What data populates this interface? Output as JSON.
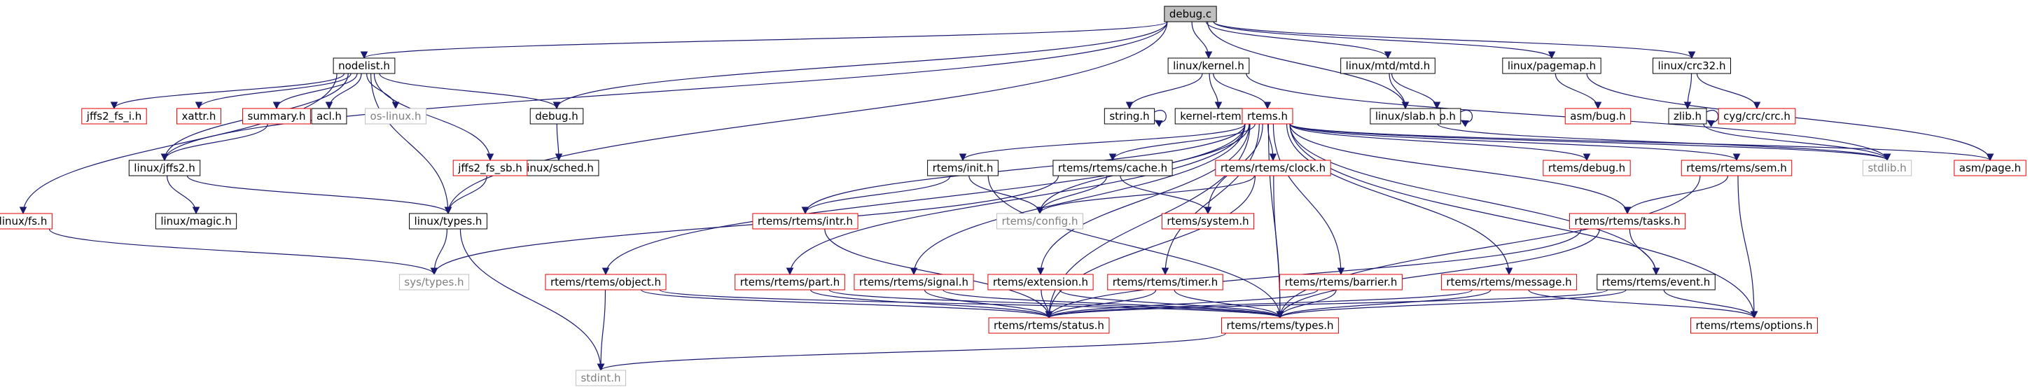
{
  "title": "",
  "colors": {
    "edge": "#191970",
    "root_fill": "#bfbfbf",
    "normal_border": "#000000",
    "missing_border": "#e00000",
    "system_border": "#bfbfbf",
    "system_text": "#7f7f7f"
  },
  "nodes": [
    {
      "id": "debug_c",
      "label": "debug.c",
      "kind": "root"
    },
    {
      "id": "nodelist_h",
      "label": "nodelist.h",
      "kind": "normal"
    },
    {
      "id": "linux_kernel_h",
      "label": "linux/kernel.h",
      "kind": "normal"
    },
    {
      "id": "linux_mtd_mtd_h",
      "label": "linux/mtd/mtd.h",
      "kind": "normal"
    },
    {
      "id": "linux_pagemap_h",
      "label": "linux/pagemap.h",
      "kind": "normal"
    },
    {
      "id": "linux_crc32_h",
      "label": "linux/crc32.h",
      "kind": "normal"
    },
    {
      "id": "string_h",
      "label": "string.h",
      "kind": "normal"
    },
    {
      "id": "kernel_rtems_h",
      "label": "kernel-rtems.h",
      "kind": "normal"
    },
    {
      "id": "errno_h",
      "label": "errno.h",
      "kind": "normal"
    },
    {
      "id": "asm_bug_h",
      "label": "asm/bug.h",
      "kind": "missing"
    },
    {
      "id": "zlib_h",
      "label": "zlib.h",
      "kind": "normal"
    },
    {
      "id": "cyg_crc_crc_h",
      "label": "cyg/crc/crc.h",
      "kind": "missing"
    },
    {
      "id": "linux_slab_h",
      "label": "linux/slab.h",
      "kind": "normal"
    },
    {
      "id": "debug_h",
      "label": "debug.h",
      "kind": "normal"
    },
    {
      "id": "linux_sched_h",
      "label": "linux/sched.h",
      "kind": "normal"
    },
    {
      "id": "jffs2_fs_i_h",
      "label": "jffs2_fs_i.h",
      "kind": "missing"
    },
    {
      "id": "xattr_h",
      "label": "xattr.h",
      "kind": "missing"
    },
    {
      "id": "summary_h",
      "label": "summary.h",
      "kind": "missing"
    },
    {
      "id": "acl_h",
      "label": "acl.h",
      "kind": "normal"
    },
    {
      "id": "os_linux_h",
      "label": "os-linux.h",
      "kind": "system"
    },
    {
      "id": "jffs2_fs_sb_h",
      "label": "jffs2_fs_sb.h",
      "kind": "missing"
    },
    {
      "id": "linux_jffs2_h",
      "label": "linux/jffs2.h",
      "kind": "normal"
    },
    {
      "id": "linux_magic_h",
      "label": "linux/magic.h",
      "kind": "normal"
    },
    {
      "id": "linux_fs_h",
      "label": "linux/fs.h",
      "kind": "missing"
    },
    {
      "id": "linux_types_h",
      "label": "linux/types.h",
      "kind": "normal"
    },
    {
      "id": "sys_types_h",
      "label": "sys/types.h",
      "kind": "system"
    },
    {
      "id": "stdint_h",
      "label": "stdint.h",
      "kind": "system"
    },
    {
      "id": "rtems_h",
      "label": "rtems.h",
      "kind": "missing"
    },
    {
      "id": "rtems_init_h",
      "label": "rtems/init.h",
      "kind": "normal"
    },
    {
      "id": "rtems_rtems_cache_h",
      "label": "rtems/rtems/cache.h",
      "kind": "normal"
    },
    {
      "id": "rtems_rtems_clock_h",
      "label": "rtems/rtems/clock.h",
      "kind": "missing"
    },
    {
      "id": "rtems_debug_h",
      "label": "rtems/debug.h",
      "kind": "missing"
    },
    {
      "id": "rtems_rtems_sem_h",
      "label": "rtems/rtems/sem.h",
      "kind": "missing"
    },
    {
      "id": "stdlib_h",
      "label": "stdlib.h",
      "kind": "system"
    },
    {
      "id": "asm_page_h",
      "label": "asm/page.h",
      "kind": "missing"
    },
    {
      "id": "rtems_rtems_intr_h",
      "label": "rtems/rtems/intr.h",
      "kind": "missing"
    },
    {
      "id": "rtems_config_h",
      "label": "rtems/config.h",
      "kind": "system"
    },
    {
      "id": "rtems_system_h",
      "label": "rtems/system.h",
      "kind": "missing"
    },
    {
      "id": "rtems_rtems_tasks_h",
      "label": "rtems/rtems/tasks.h",
      "kind": "missing"
    },
    {
      "id": "rtems_rtems_object_h",
      "label": "rtems/rtems/object.h",
      "kind": "missing"
    },
    {
      "id": "rtems_rtems_part_h",
      "label": "rtems/rtems/part.h",
      "kind": "missing"
    },
    {
      "id": "rtems_rtems_signal_h",
      "label": "rtems/rtems/signal.h",
      "kind": "missing"
    },
    {
      "id": "rtems_extension_h",
      "label": "rtems/extension.h",
      "kind": "missing"
    },
    {
      "id": "rtems_rtems_timer_h",
      "label": "rtems/rtems/timer.h",
      "kind": "missing"
    },
    {
      "id": "rtems_rtems_barrier_h",
      "label": "rtems/rtems/barrier.h",
      "kind": "missing"
    },
    {
      "id": "rtems_rtems_message_h",
      "label": "rtems/rtems/message.h",
      "kind": "missing"
    },
    {
      "id": "rtems_rtems_event_h",
      "label": "rtems/rtems/event.h",
      "kind": "normal"
    },
    {
      "id": "rtems_rtems_status_h",
      "label": "rtems/rtems/status.h",
      "kind": "missing"
    },
    {
      "id": "rtems_rtems_types_h",
      "label": "rtems/rtems/types.h",
      "kind": "missing"
    },
    {
      "id": "rtems_rtems_options_h",
      "label": "rtems/rtems/options.h",
      "kind": "missing"
    }
  ],
  "edges": [
    [
      "debug_c",
      "nodelist_h"
    ],
    [
      "debug_c",
      "debug_h"
    ],
    [
      "debug_c",
      "linux_kernel_h"
    ],
    [
      "debug_c",
      "linux_mtd_mtd_h"
    ],
    [
      "debug_c",
      "linux_pagemap_h"
    ],
    [
      "debug_c",
      "linux_crc32_h"
    ],
    [
      "debug_c",
      "linux_slab_h"
    ],
    [
      "debug_c",
      "linux_types_h"
    ],
    [
      "debug_c",
      "linux_jffs2_h"
    ],
    [
      "nodelist_h",
      "jffs2_fs_i_h"
    ],
    [
      "nodelist_h",
      "xattr_h"
    ],
    [
      "nodelist_h",
      "summary_h"
    ],
    [
      "nodelist_h",
      "acl_h"
    ],
    [
      "nodelist_h",
      "os_linux_h"
    ],
    [
      "nodelist_h",
      "debug_h"
    ],
    [
      "nodelist_h",
      "jffs2_fs_sb_h"
    ],
    [
      "nodelist_h",
      "linux_types_h"
    ],
    [
      "nodelist_h",
      "linux_jffs2_h"
    ],
    [
      "nodelist_h",
      "linux_fs_h"
    ],
    [
      "summary_h",
      "linux_jffs2_h"
    ],
    [
      "jffs2_fs_sb_h",
      "linux_types_h"
    ],
    [
      "debug_h",
      "linux_sched_h"
    ],
    [
      "linux_jffs2_h",
      "linux_magic_h"
    ],
    [
      "linux_jffs2_h",
      "linux_types_h"
    ],
    [
      "linux_fs_h",
      "sys_types_h"
    ],
    [
      "linux_types_h",
      "sys_types_h"
    ],
    [
      "linux_types_h",
      "stdint_h"
    ],
    [
      "linux_kernel_h",
      "string_h"
    ],
    [
      "linux_kernel_h",
      "kernel_rtems_h"
    ],
    [
      "linux_kernel_h",
      "rtems_h"
    ],
    [
      "linux_kernel_h",
      "stdlib_h"
    ],
    [
      "string_h",
      "string_h"
    ],
    [
      "zlib_h",
      "zlib_h"
    ],
    [
      "errno_h",
      "errno_h"
    ],
    [
      "linux_mtd_mtd_h",
      "linux_slab_h"
    ],
    [
      "linux_mtd_mtd_h",
      "errno_h"
    ],
    [
      "linux_pagemap_h",
      "asm_bug_h"
    ],
    [
      "linux_pagemap_h",
      "asm_page_h"
    ],
    [
      "linux_crc32_h",
      "zlib_h"
    ],
    [
      "linux_crc32_h",
      "cyg_crc_crc_h"
    ],
    [
      "linux_slab_h",
      "stdlib_h"
    ],
    [
      "zlib_h",
      "stdlib_h"
    ],
    [
      "rtems_h",
      "rtems_init_h"
    ],
    [
      "rtems_h",
      "rtems_rtems_cache_h"
    ],
    [
      "rtems_h",
      "rtems_rtems_clock_h"
    ],
    [
      "rtems_h",
      "rtems_debug_h"
    ],
    [
      "rtems_h",
      "rtems_rtems_sem_h"
    ],
    [
      "rtems_h",
      "stdlib_h"
    ],
    [
      "rtems_h",
      "asm_page_h"
    ],
    [
      "rtems_h",
      "rtems_rtems_intr_h"
    ],
    [
      "rtems_h",
      "rtems_config_h"
    ],
    [
      "rtems_h",
      "rtems_system_h"
    ],
    [
      "rtems_h",
      "rtems_rtems_tasks_h"
    ],
    [
      "rtems_h",
      "rtems_rtems_object_h"
    ],
    [
      "rtems_h",
      "rtems_rtems_part_h"
    ],
    [
      "rtems_h",
      "rtems_rtems_signal_h"
    ],
    [
      "rtems_h",
      "rtems_extension_h"
    ],
    [
      "rtems_h",
      "rtems_rtems_timer_h"
    ],
    [
      "rtems_h",
      "rtems_rtems_barrier_h"
    ],
    [
      "rtems_h",
      "rtems_rtems_message_h"
    ],
    [
      "rtems_h",
      "rtems_rtems_event_h"
    ],
    [
      "rtems_h",
      "rtems_rtems_status_h"
    ],
    [
      "rtems_h",
      "rtems_rtems_types_h"
    ],
    [
      "rtems_h",
      "rtems_rtems_options_h"
    ],
    [
      "rtems_init_h",
      "rtems_rtems_intr_h"
    ],
    [
      "rtems_init_h",
      "rtems_config_h"
    ],
    [
      "rtems_init_h",
      "rtems_rtems_types_h"
    ],
    [
      "rtems_rtems_cache_h",
      "sys_types_h"
    ],
    [
      "rtems_rtems_cache_h",
      "rtems_config_h"
    ],
    [
      "rtems_rtems_cache_h",
      "rtems_system_h"
    ],
    [
      "rtems_rtems_clock_h",
      "rtems_config_h"
    ],
    [
      "rtems_rtems_clock_h",
      "rtems_rtems_status_h"
    ],
    [
      "rtems_rtems_clock_h",
      "rtems_rtems_types_h"
    ],
    [
      "rtems_rtems_sem_h",
      "rtems_rtems_tasks_h"
    ],
    [
      "rtems_rtems_sem_h",
      "rtems_rtems_types_h"
    ],
    [
      "rtems_rtems_sem_h",
      "rtems_rtems_options_h"
    ],
    [
      "rtems_rtems_tasks_h",
      "rtems_rtems_event_h"
    ],
    [
      "rtems_rtems_tasks_h",
      "rtems_rtems_status_h"
    ],
    [
      "rtems_rtems_tasks_h",
      "rtems_rtems_types_h"
    ],
    [
      "rtems_rtems_intr_h",
      "rtems_rtems_status_h"
    ],
    [
      "rtems_rtems_object_h",
      "stdint_h"
    ],
    [
      "rtems_rtems_object_h",
      "rtems_rtems_status_h"
    ],
    [
      "rtems_rtems_object_h",
      "rtems_rtems_types_h"
    ],
    [
      "rtems_rtems_part_h",
      "rtems_rtems_status_h"
    ],
    [
      "rtems_rtems_part_h",
      "rtems_rtems_types_h"
    ],
    [
      "rtems_rtems_signal_h",
      "rtems_rtems_status_h"
    ],
    [
      "rtems_rtems_signal_h",
      "rtems_rtems_types_h"
    ],
    [
      "rtems_extension_h",
      "rtems_rtems_status_h"
    ],
    [
      "rtems_extension_h",
      "rtems_rtems_types_h"
    ],
    [
      "rtems_rtems_timer_h",
      "rtems_rtems_status_h"
    ],
    [
      "rtems_rtems_timer_h",
      "rtems_rtems_types_h"
    ],
    [
      "rtems_rtems_barrier_h",
      "rtems_rtems_status_h"
    ],
    [
      "rtems_rtems_barrier_h",
      "rtems_rtems_types_h"
    ],
    [
      "rtems_rtems_message_h",
      "rtems_rtems_status_h"
    ],
    [
      "rtems_rtems_message_h",
      "rtems_rtems_types_h"
    ],
    [
      "rtems_rtems_message_h",
      "rtems_rtems_options_h"
    ],
    [
      "rtems_rtems_event_h",
      "rtems_rtems_status_h"
    ],
    [
      "rtems_rtems_event_h",
      "rtems_rtems_types_h"
    ],
    [
      "rtems_rtems_event_h",
      "rtems_rtems_options_h"
    ],
    [
      "rtems_rtems_types_h",
      "stdint_h"
    ]
  ]
}
